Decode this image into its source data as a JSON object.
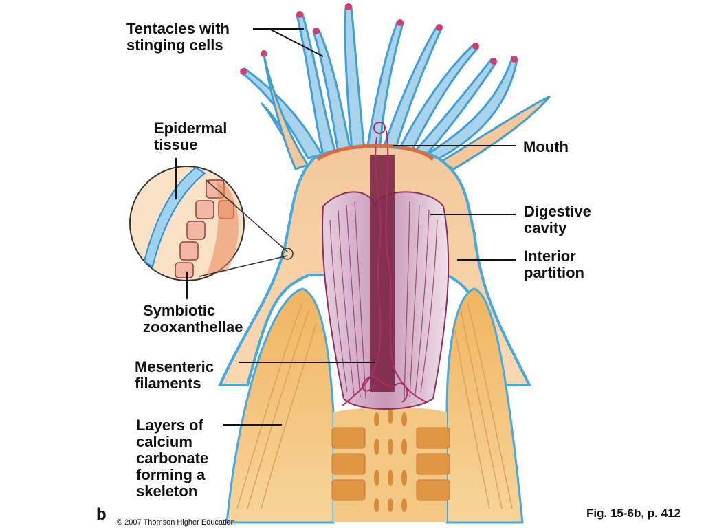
{
  "labels": {
    "tentacles": "Tentacles with\nstinging cells",
    "epidermal": "Epidermal\ntissue",
    "symbiotic": "Symbiotic\nzooxanthellae",
    "mesenteric": "Mesenteric\nfilaments",
    "layers": "Layers of\ncalcium\ncarbonate\nforming a\nskeleton",
    "mouth": "Mouth",
    "digestive": "Digestive\ncavity",
    "interior": "Interior\npartition"
  },
  "panel_letter": "b",
  "copyright": "© 2007 Thomson Higher Education",
  "figure_ref": "Fig. 15-6b, p. 412",
  "colors": {
    "tentacle": "#a9d3ea",
    "tentacle_outline": "#3f9fd6",
    "tip": "#d23c6e",
    "body": "#f6cfa0",
    "body_outline": "#47a9dd",
    "skeleton": "#e5a352",
    "gut": "#c99bb5",
    "gut_line": "#8e2e5e"
  }
}
